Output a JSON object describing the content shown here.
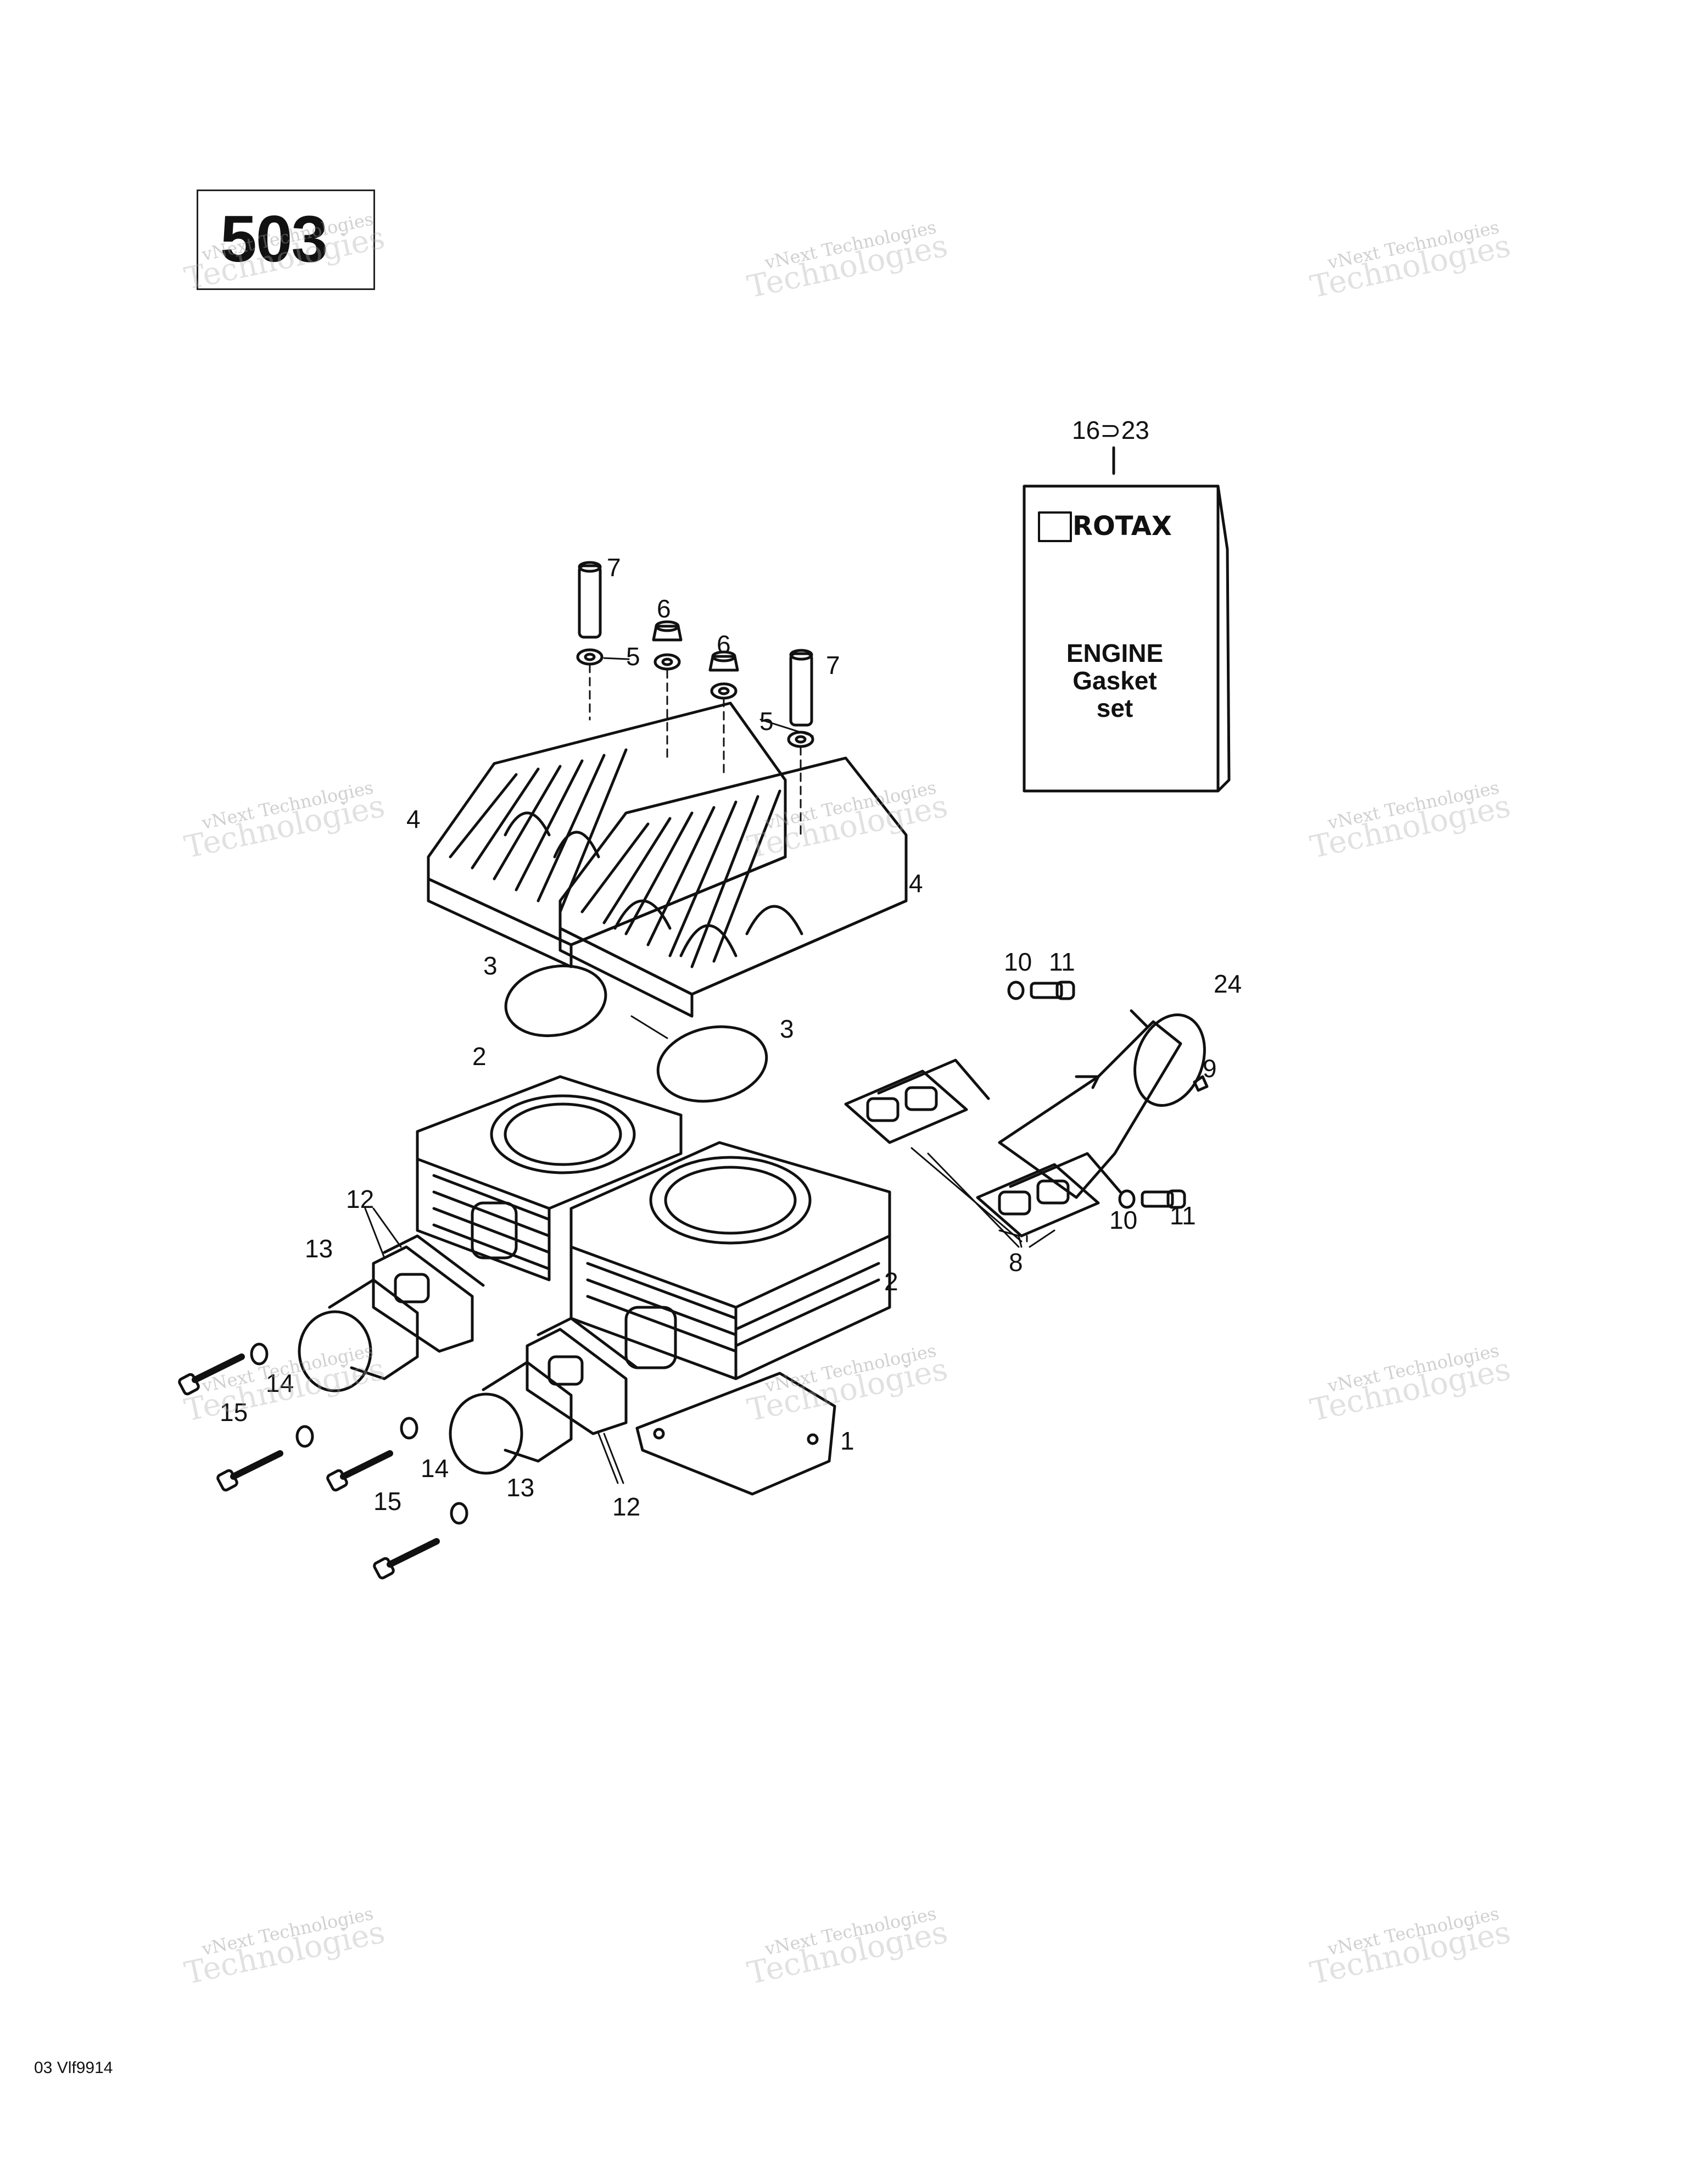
{
  "engine_model": "503",
  "kit": {
    "range_label": "16⊃23",
    "brand": "ROTAX",
    "line1": "ENGINE",
    "line2": "Gasket",
    "line3": "set"
  },
  "callouts": {
    "c1": "1",
    "c2a": "2",
    "c2b": "2",
    "c3a": "3",
    "c3b": "3",
    "c4a": "4",
    "c4b": "4",
    "c5a": "5",
    "c5b": "5",
    "c6a": "6",
    "c6b": "6",
    "c7a": "7",
    "c7b": "7",
    "c8": "8",
    "c9": "9",
    "c10a": "10",
    "c10b": "10",
    "c11a": "11",
    "c11b": "11",
    "c12a": "12",
    "c12b": "12",
    "c13a": "13",
    "c13b": "13",
    "c14a": "14",
    "c14b": "14",
    "c15a": "15",
    "c15b": "15",
    "c24": "24"
  },
  "watermark": {
    "line1": "vNext Technologies",
    "line2": "Technologies"
  },
  "figure_ref": "03 Vlf9914"
}
